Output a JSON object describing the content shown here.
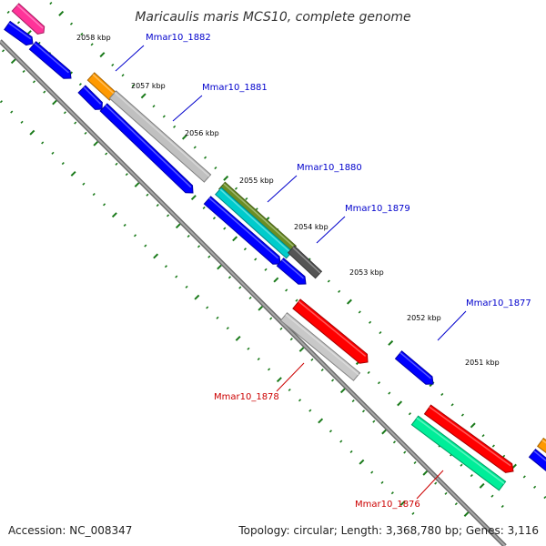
{
  "title": "Maricaulis maris MCS10, complete genome",
  "footer": {
    "accession": "Accession: NC_008347",
    "summary": "Topology: circular; Length: 3,368,780 bp; Genes: 3,116"
  },
  "colors": {
    "background": "#ffffff",
    "backbone": "#888888",
    "tick": "#1a7a1a",
    "label_blue": "#0000cc",
    "label_red": "#cc0000",
    "cds_blue": "#0000ff"
  },
  "kbp_labels": [
    "2058 kbp",
    "2057 kbp",
    "2056 kbp",
    "2055 kbp",
    "2054 kbp",
    "2053 kbp",
    "2052 kbp",
    "2051 kbp"
  ],
  "gene_labels": [
    {
      "name": "Mmar10_1882",
      "color": "blue"
    },
    {
      "name": "Mmar10_1881",
      "color": "blue"
    },
    {
      "name": "Mmar10_1880",
      "color": "blue"
    },
    {
      "name": "Mmar10_1879",
      "color": "blue"
    },
    {
      "name": "Mmar10_1877",
      "color": "blue"
    },
    {
      "name": "Mmar10_1878",
      "color": "red"
    },
    {
      "name": "Mmar10_1876",
      "color": "red"
    }
  ]
}
